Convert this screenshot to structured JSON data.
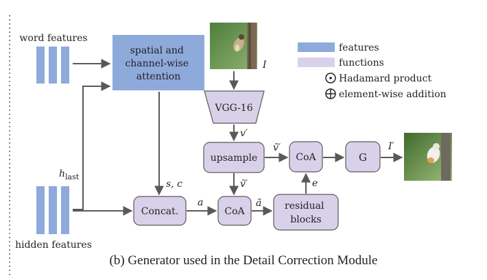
{
  "inputs": {
    "word_features": "word features",
    "hidden_features": "hidden features",
    "h_last_main": "h",
    "h_last_sub": "last"
  },
  "nodes": {
    "attention": [
      "spatial and",
      "channel-wise",
      "attention"
    ],
    "vgg": "VGG-16",
    "upsample": "upsample",
    "coa_top": "CoA",
    "g": "G",
    "concat": "Concat.",
    "coa_bottom": "CoA",
    "residual": [
      "residual",
      "blocks"
    ]
  },
  "edge_labels": {
    "image_in": "I",
    "v_prime": "v′",
    "v_tilde_top": "ṽ′",
    "v_tilde_down": "ṽ′",
    "sc": "s, c",
    "a": "a",
    "a_tilde": "ã",
    "e": "e",
    "image_out": "I′"
  },
  "legend": {
    "features": "features",
    "functions": "functions",
    "hadamard": "Hadamard product",
    "addition": "element-wise addition"
  },
  "caption": "(b) Generator used in the Detail Correction Module",
  "colors": {
    "feature": "#8eaadb",
    "function": "#d9d1e9",
    "arrow": "#595959"
  }
}
